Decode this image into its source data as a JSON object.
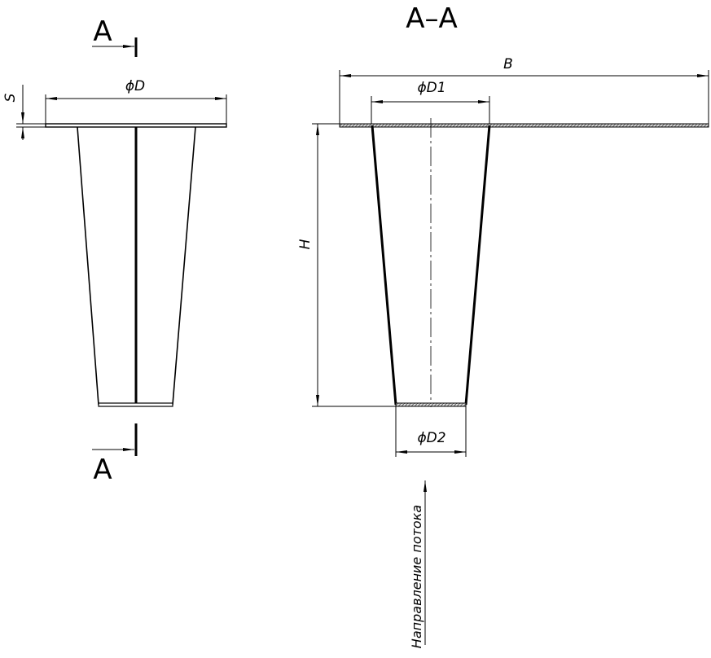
{
  "drawing": {
    "section_label_top": "A",
    "section_label_bottom": "A",
    "section_title": "A–A",
    "dim_diameter_flange": "ϕD",
    "dim_thickness": "S",
    "dim_width": "B",
    "dim_diameter_top": "ϕD1",
    "dim_diameter_bottom": "ϕD2",
    "dim_height": "H",
    "flow_direction": "Направление потока"
  },
  "colors": {
    "line": "#000000",
    "hatch": "#8a8a8a"
  }
}
